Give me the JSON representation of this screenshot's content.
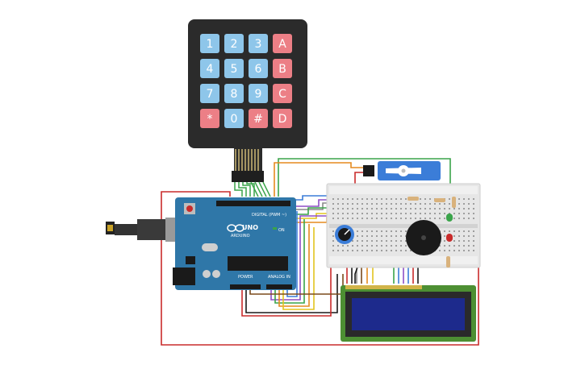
{
  "keypad": {
    "keys": [
      "1",
      "2",
      "3",
      "A",
      "4",
      "5",
      "6",
      "B",
      "7",
      "8",
      "9",
      "C",
      "*",
      "0",
      "#",
      "D"
    ],
    "colors": {
      "numeric": "#8ec6ea",
      "special": "#ec7f86",
      "body": "#2b2b2b"
    }
  },
  "arduino": {
    "logo_text": "UNO",
    "brand_text": "ARDUINO",
    "digital_label": "DIGITAL (PWM ~)",
    "power_label": "POWER",
    "analog_label": "ANALOG IN",
    "on_label": "ON",
    "board_color": "#2f77a8"
  },
  "breadboard": {
    "color": "#e6e6e6"
  },
  "lcd": {
    "screen_color": "#1d2a8c",
    "pcb_color": "#4d8f33"
  },
  "wire_colors": {
    "red": "#c92b2b",
    "green": "#3aa44a",
    "orange": "#e58a1f",
    "yellow": "#e3c51f",
    "blue": "#3b7dd8",
    "purple": "#8e4ec6",
    "gray": "#8a8a8a",
    "black": "#1a1a1a",
    "brown": "#7a4a1c"
  }
}
